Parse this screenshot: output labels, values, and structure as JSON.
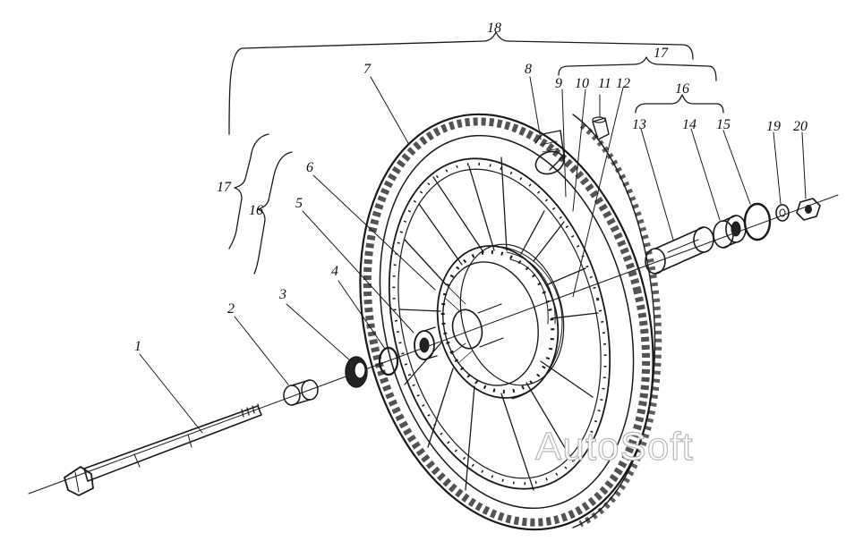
{
  "diagram": {
    "ink_color": "#1a1a1a",
    "background": "#ffffff",
    "callouts": {
      "n1": "1",
      "n2": "2",
      "n3": "3",
      "n4": "4",
      "n5": "5",
      "n6": "6",
      "n7": "7",
      "n8": "8",
      "n9": "9",
      "n10": "10",
      "n11": "11",
      "n12": "12",
      "n13": "13",
      "n14": "14",
      "n15": "15",
      "n16a": "16",
      "n16b": "16",
      "n17a": "17",
      "n17b": "17",
      "n18": "18",
      "n19": "19",
      "n20": "20"
    },
    "watermark": "AutoSoft"
  }
}
